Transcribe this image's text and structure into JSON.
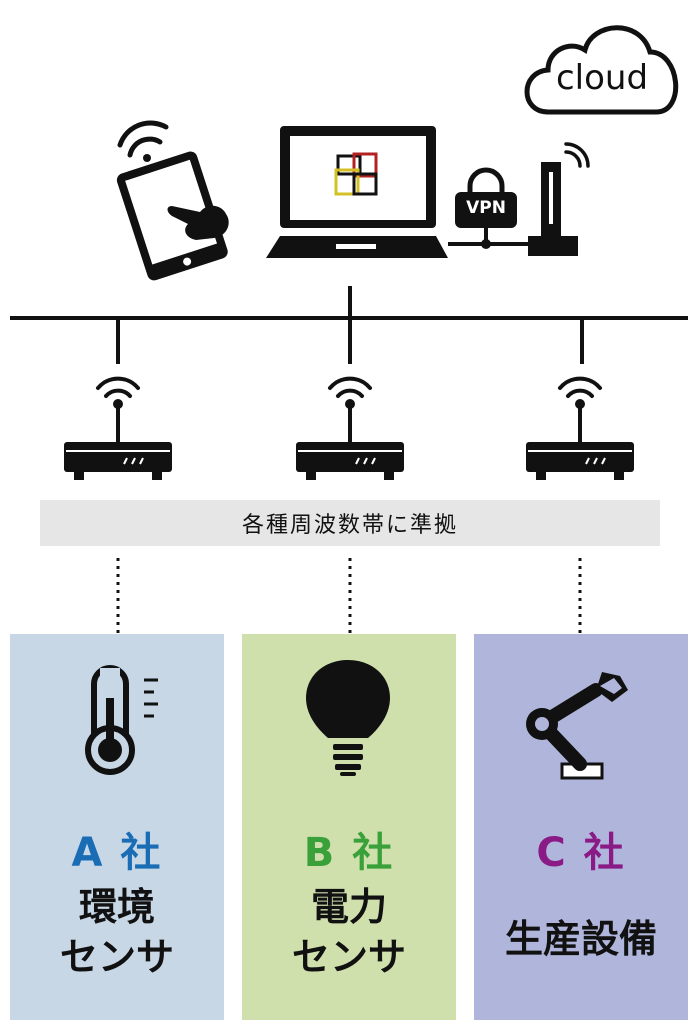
{
  "cloud_label": "cloud",
  "vpn_label": "VPN",
  "band_label": "各種周波数帯に準拠",
  "companies": [
    {
      "name": "A 社",
      "desc_line1": "環境",
      "desc_line2": "センサ",
      "color": "#1a6db5",
      "bg": "#c7d7e5",
      "icon": "thermometer-icon"
    },
    {
      "name": "B 社",
      "desc_line1": "電力",
      "desc_line2": "センサ",
      "color": "#3aa03a",
      "bg": "#cfe0ad",
      "icon": "light-bulb-icon"
    },
    {
      "name": "C 社",
      "desc_line1": "生産設備",
      "desc_line2": "",
      "color": "#8a1a86",
      "bg": "#b0b6db",
      "icon": "robot-arm-icon"
    }
  ],
  "colors": {
    "line": "#111111",
    "band": "#e6e6e6"
  }
}
